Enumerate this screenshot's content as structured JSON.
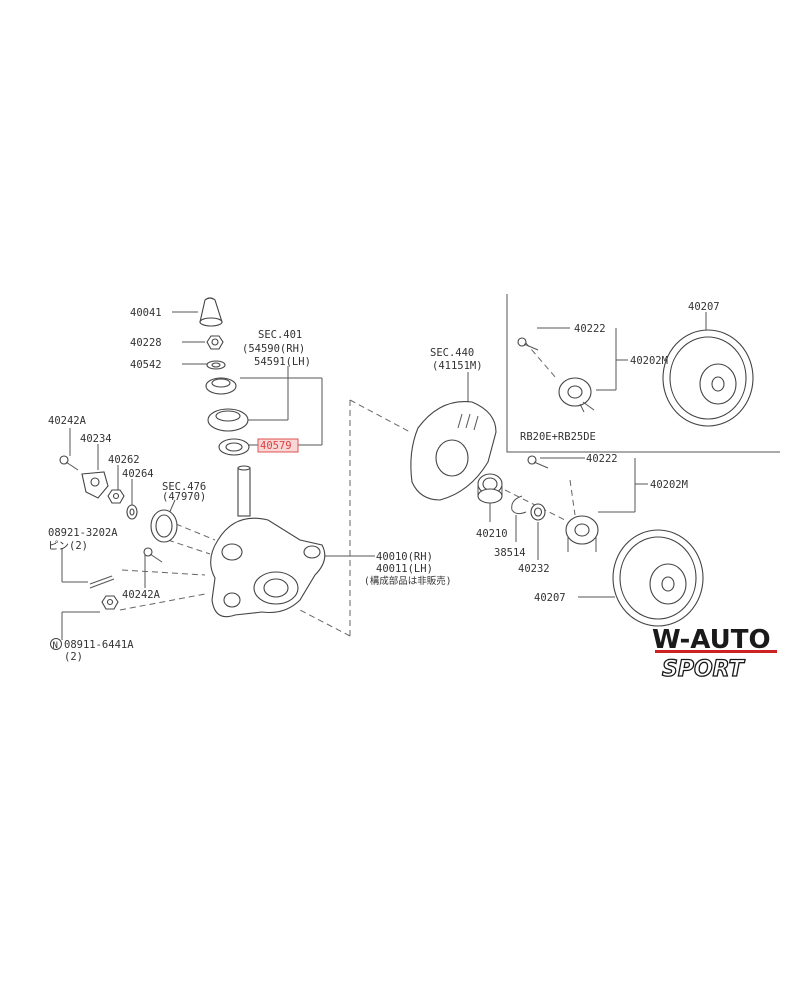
{
  "callouts": {
    "c40041": "40041",
    "c40228": "40228",
    "c40542": "40542",
    "sec401": "SEC.401",
    "c54590": "(54590(RH)",
    "c54591": "54591(LH)",
    "c40579": "40579",
    "c40242a_top": "40242A",
    "c40234": "40234",
    "c40262": "40262",
    "c40264": "40264",
    "sec476": "SEC.476",
    "c47970": "(47970)",
    "c08921": "08921-3202A",
    "pin2": "ピン(2)",
    "c40242a_bot": "40242A",
    "c08911": "08911-6441A",
    "qty2": "(2)",
    "c40010": "40010(RH)",
    "c40011": "40011(LH)",
    "not_sold": "(構成部品は非販売)",
    "sec440": "SEC.440",
    "c41151m": "(41151M)",
    "c40210": "40210",
    "c38514": "38514",
    "c40232": "40232",
    "c40222_box": "40222",
    "c40202m_box": "40202M",
    "c40207_box": "40207",
    "variant": "RB20E+RB25DE",
    "c40222": "40222",
    "c40202m": "40202M",
    "c40207": "40207"
  },
  "logo": {
    "line1": "W-AUTO",
    "line2": "SPORT",
    "colors": {
      "text": "#1a1a1a",
      "accent": "#cc2222"
    }
  },
  "highlight_color": "#e04040",
  "n_marker": "N"
}
